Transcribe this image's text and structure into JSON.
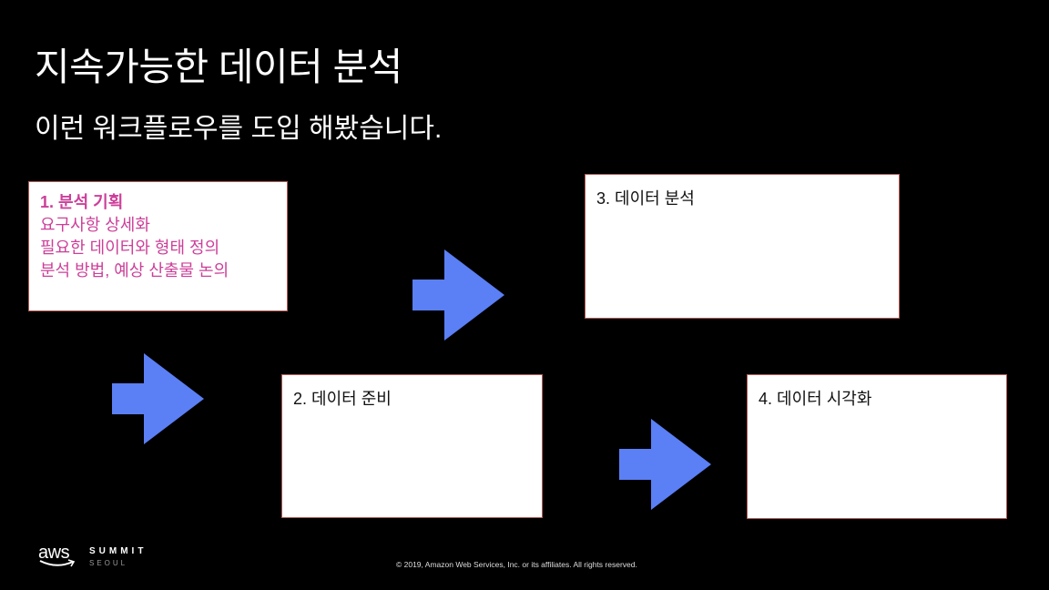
{
  "slide": {
    "title": "지속가능한 데이터 분석",
    "subtitle": "이런 워크플로우를 도입 해봤습니다."
  },
  "steps": [
    {
      "heading": "1. 분석 기획",
      "details": [
        "요구사항 상세화",
        "필요한 데이터와 형태 정의",
        "분석 방법, 예상 산출물 논의"
      ],
      "color": "#cc3f99"
    },
    {
      "heading": "2. 데이터 준비"
    },
    {
      "heading": "3. 데이터 분석"
    },
    {
      "heading": "4. 데이터 시각화"
    }
  ],
  "arrow_color": "#5b7ff5",
  "footer": {
    "logo_aws": "aws",
    "logo_summit": "SUMMIT",
    "logo_city": "SEOUL",
    "copyright": "© 2019, Amazon Web Services, Inc. or its affiliates. All rights reserved."
  }
}
